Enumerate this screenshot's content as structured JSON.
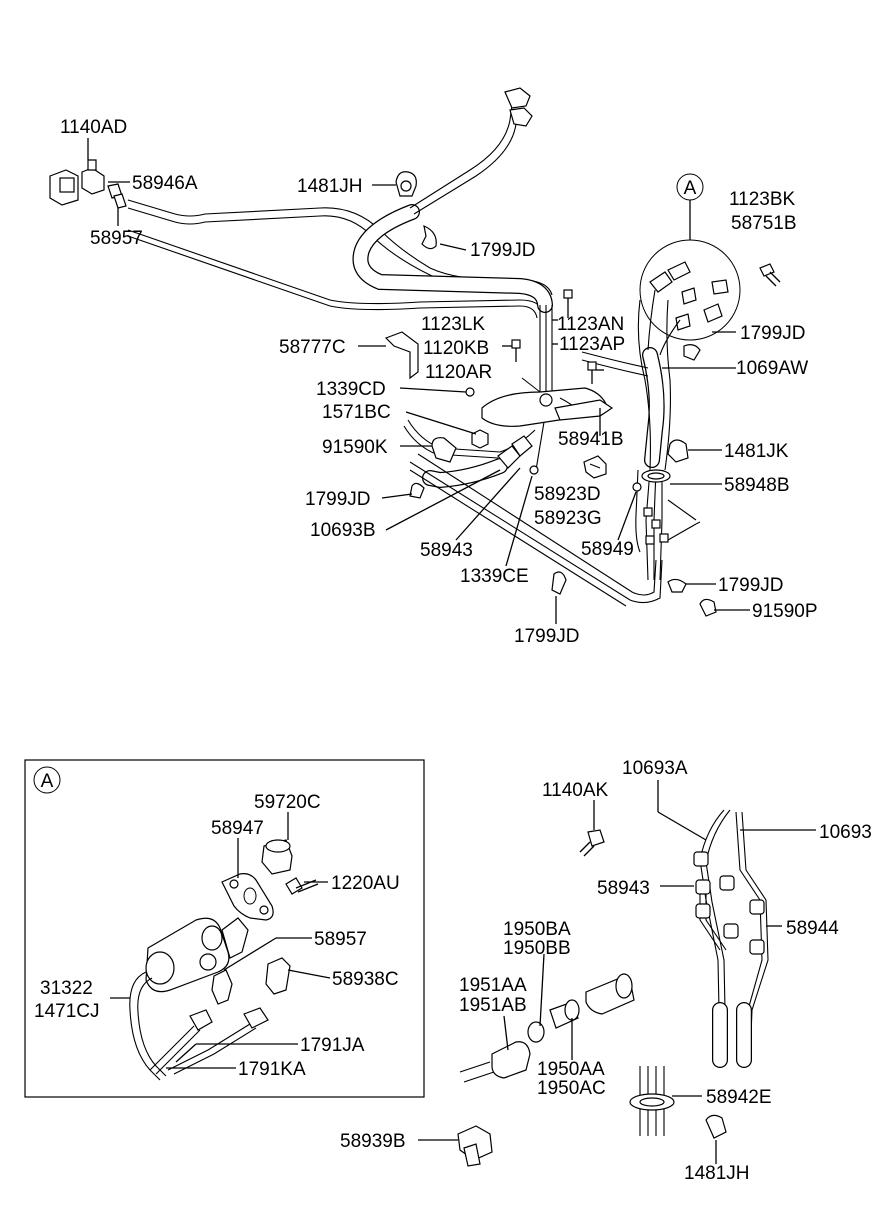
{
  "callouts": {
    "c_1140AD": "1140AD",
    "c_58946A": "58946A",
    "c_58957_top": "58957",
    "c_1481JH_top": "1481JH",
    "c_1799JD_1": "1799JD",
    "c_1123BK": "1123BK",
    "c_58751B": "58751B",
    "c_1123LK": "1123LK",
    "c_1123AN": "1123AN",
    "c_1120KB": "1120KB",
    "c_1123AP": "1123AP",
    "c_58777C": "58777C",
    "c_1120AR": "1120AR",
    "c_1799JD_2": "1799JD",
    "c_1069AW": "1069AW",
    "c_1339CD": "1339CD",
    "c_1571BC": "1571BC",
    "c_58941B": "58941B",
    "c_91590K": "91590K",
    "c_1481JK": "1481JK",
    "c_58948B": "58948B",
    "c_1799JD_3": "1799JD",
    "c_58923D": "58923D",
    "c_58923G": "58923G",
    "c_10693B": "10693B",
    "c_58943_top": "58943",
    "c_58949": "58949",
    "c_1339CE": "1339CE",
    "c_1799JD_4": "1799JD",
    "c_91590P": "91590P",
    "c_1799JD_5": "1799JD",
    "detail_marker": "A",
    "c_59720C": "59720C",
    "c_58947": "58947",
    "c_1220AU": "1220AU",
    "c_58957_detail": "58957",
    "c_58938C": "58938C",
    "c_31322": "31322",
    "c_1471CJ": "1471CJ",
    "c_1791JA": "1791JA",
    "c_1791KA": "1791KA",
    "c_10693A": "10693A",
    "c_1140AK": "1140AK",
    "c_10693": "10693",
    "c_58943_bottom": "58943",
    "c_58944": "58944",
    "c_1950BA": "1950BA",
    "c_1950BB": "1950BB",
    "c_1951AA": "1951AA",
    "c_1951AB": "1951AB",
    "c_1950AA": "1950AA",
    "c_1950AC": "1950AC",
    "c_58942E": "58942E",
    "c_58939B": "58939B",
    "c_1481JH_bottom": "1481JH"
  }
}
